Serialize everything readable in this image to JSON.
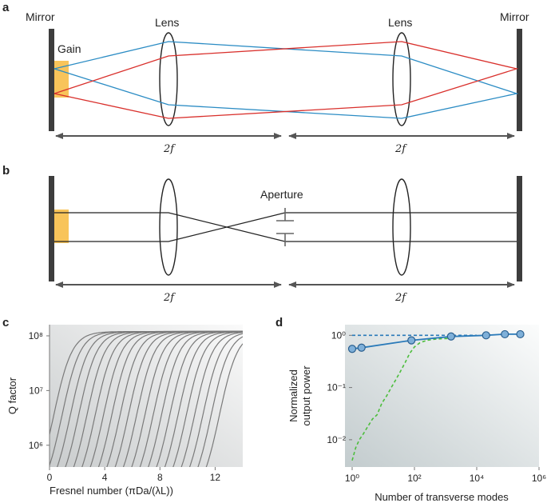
{
  "panel_a": {
    "letter": "a",
    "mirror_left": "Mirror",
    "mirror_right": "Mirror",
    "gain": "Gain",
    "lens_left": "Lens",
    "lens_right": "Lens",
    "dim_left": "2f",
    "dim_right": "2f"
  },
  "panel_b": {
    "letter": "b",
    "aperture": "Aperture",
    "dim_left": "2f",
    "dim_right": "2f"
  },
  "colors": {
    "blue_ray": "#2b8cc4",
    "red_ray": "#d9302c",
    "gain": "#f8c45a",
    "mirror": "#3d3d3d",
    "curve": "#7a7a7a",
    "blue_line": "#2a7ab9",
    "marker": "#7fb0d9",
    "green_dash": "#4cbd3c"
  },
  "chart_data": [
    {
      "panel": "c",
      "type": "line",
      "xlabel": "Fresnel number (πDa/(λL))",
      "ylabel": "Q factor",
      "x_ticks": [
        "0",
        "4",
        "8",
        "12"
      ],
      "y_ticks": [
        "10⁶",
        "10⁷",
        "10⁸"
      ],
      "xlim": [
        0,
        14
      ],
      "ylim": [
        400000,
        160000000
      ],
      "yscale": "log",
      "series_shape": "sigmoid rise to saturation",
      "series_count": 21,
      "saturation": 120000000,
      "midpoints": [
        0.3,
        0.9,
        1.5,
        2.1,
        2.7,
        3.3,
        3.9,
        4.5,
        5.1,
        5.7,
        6.3,
        6.9,
        7.5,
        8.1,
        8.7,
        9.3,
        9.9,
        10.5,
        11.1,
        11.7,
        12.3
      ]
    },
    {
      "panel": "d",
      "type": "line",
      "xlabel": "Number of transverse modes",
      "ylabel_line1": "Normalized",
      "ylabel_line2": "output power",
      "x_ticks": [
        "10⁰",
        "10²",
        "10⁴",
        "10⁶"
      ],
      "y_ticks": [
        "10⁻²",
        "10⁻¹",
        "10⁰"
      ],
      "xscale": "log",
      "yscale": "log",
      "xlim": [
        1,
        1000000
      ],
      "ylim": [
        0.003,
        1.6
      ],
      "series": [
        {
          "style": "solid-markers",
          "x": [
            1,
            2,
            80,
            1500,
            20000,
            80000,
            250000
          ],
          "y": [
            0.55,
            0.58,
            0.8,
            0.95,
            1.0,
            1.05,
            1.05
          ]
        },
        {
          "style": "blue-dashed",
          "x": [
            1,
            10000
          ],
          "y": [
            1.0,
            1.0
          ]
        },
        {
          "style": "green-dashed",
          "x": [
            1,
            1.3,
            1.7,
            2.3,
            3.2,
            4.5,
            6.3,
            9,
            13,
            18,
            25,
            35,
            50,
            70,
            100,
            150,
            250,
            500,
            2000
          ],
          "y": [
            0.004,
            0.007,
            0.01,
            0.013,
            0.018,
            0.025,
            0.03,
            0.05,
            0.07,
            0.1,
            0.14,
            0.2,
            0.3,
            0.45,
            0.6,
            0.72,
            0.8,
            0.85,
            0.88
          ]
        }
      ]
    }
  ]
}
